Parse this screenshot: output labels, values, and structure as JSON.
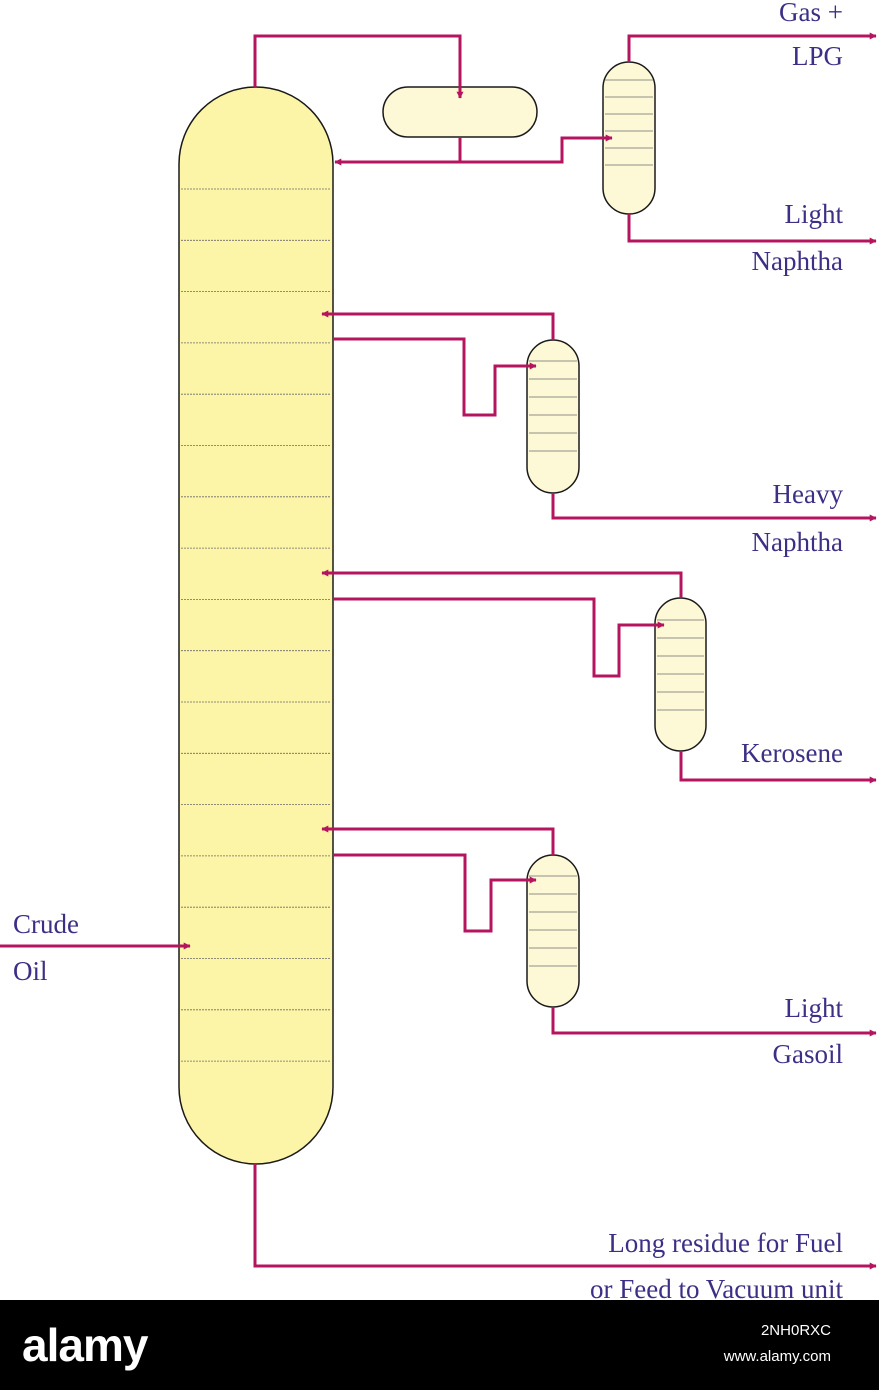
{
  "labels": {
    "gas_lpg_1": "Gas +",
    "gas_lpg_2": "LPG",
    "light_naphtha_1": "Light",
    "light_naphtha_2": "Naphtha",
    "heavy_naphtha_1": "Heavy",
    "heavy_naphtha_2": "Naphtha",
    "kerosene": "Kerosene",
    "light_gasoil_1": "Light",
    "light_gasoil_2": "Gasoil",
    "crude_oil_1": "Crude",
    "crude_oil_2": "Oil",
    "long_residue_1": "Long residue for Fuel",
    "long_residue_2": "or Feed to Vacuum unit"
  },
  "watermark": {
    "brand": "alamy",
    "image_id": "2NH0RXC",
    "url": "www.alamy.com"
  },
  "colors": {
    "pipe": "#b5155f",
    "vessel_fill": "#fcf4a6",
    "stripper_fill": "#fdf8d6",
    "outline": "#1a1a1a",
    "label": "#3b2f86"
  }
}
